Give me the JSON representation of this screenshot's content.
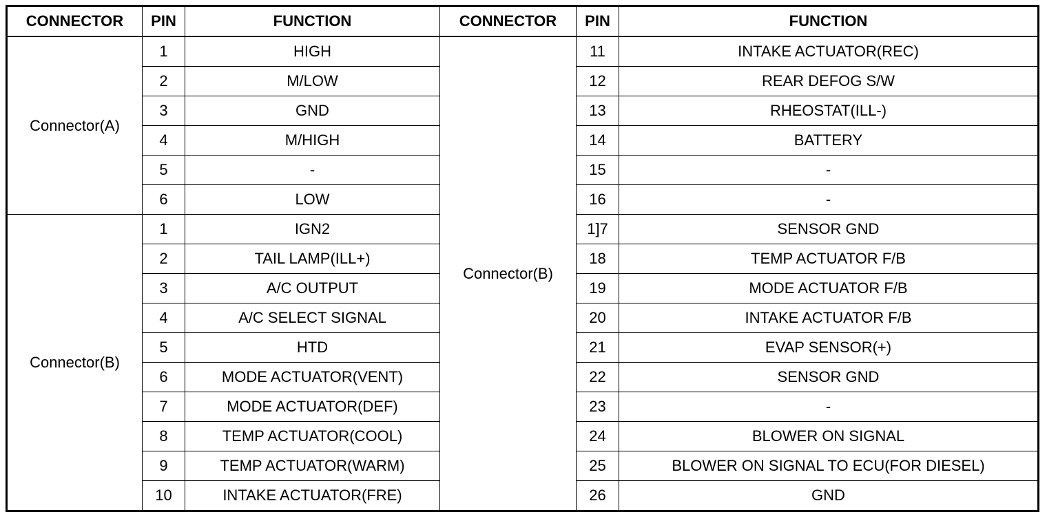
{
  "headers": [
    "CONNECTOR",
    "PIN",
    "FUNCTION",
    "CONNECTOR",
    "PIN",
    "FUNCTION"
  ],
  "left_groups": [
    {
      "connector": "Connector(A)",
      "rows": [
        {
          "pin": "1",
          "function": "HIGH"
        },
        {
          "pin": "2",
          "function": "M/LOW"
        },
        {
          "pin": "3",
          "function": "GND"
        },
        {
          "pin": "4",
          "function": "M/HIGH"
        },
        {
          "pin": "5",
          "function": "-"
        },
        {
          "pin": "6",
          "function": "LOW"
        }
      ]
    },
    {
      "connector": "Connector(B)",
      "rows": [
        {
          "pin": "1",
          "function": "IGN2"
        },
        {
          "pin": "2",
          "function": "TAIL LAMP(ILL+)"
        },
        {
          "pin": "3",
          "function": "A/C OUTPUT"
        },
        {
          "pin": "4",
          "function": "A/C SELECT SIGNAL"
        },
        {
          "pin": "5",
          "function": "HTD"
        },
        {
          "pin": "6",
          "function": "MODE ACTUATOR(VENT)"
        },
        {
          "pin": "7",
          "function": "MODE ACTUATOR(DEF)"
        },
        {
          "pin": "8",
          "function": "TEMP ACTUATOR(COOL)"
        },
        {
          "pin": "9",
          "function": "TEMP ACTUATOR(WARM)"
        },
        {
          "pin": "10",
          "function": "INTAKE ACTUATOR(FRE)"
        }
      ]
    }
  ],
  "right_group": {
    "connector": "Connector(B)",
    "rows": [
      {
        "pin": "11",
        "function": "INTAKE ACTUATOR(REC)"
      },
      {
        "pin": "12",
        "function": "REAR DEFOG S/W"
      },
      {
        "pin": "13",
        "function": "RHEOSTAT(ILL-)"
      },
      {
        "pin": "14",
        "function": "BATTERY"
      },
      {
        "pin": "15",
        "function": "-"
      },
      {
        "pin": "16",
        "function": "-"
      },
      {
        "pin": "1]7",
        "function": "SENSOR GND"
      },
      {
        "pin": "18",
        "function": "TEMP ACTUATOR F/B"
      },
      {
        "pin": "19",
        "function": "MODE ACTUATOR F/B"
      },
      {
        "pin": "20",
        "function": "INTAKE ACTUATOR F/B"
      },
      {
        "pin": "21",
        "function": "EVAP SENSOR(+)"
      },
      {
        "pin": "22",
        "function": "SENSOR GND"
      },
      {
        "pin": "23",
        "function": "-"
      },
      {
        "pin": "24",
        "function": "BLOWER ON SIGNAL"
      },
      {
        "pin": "25",
        "function": "BLOWER ON SIGNAL TO ECU(FOR DIESEL)"
      },
      {
        "pin": "26",
        "function": "GND"
      }
    ]
  }
}
